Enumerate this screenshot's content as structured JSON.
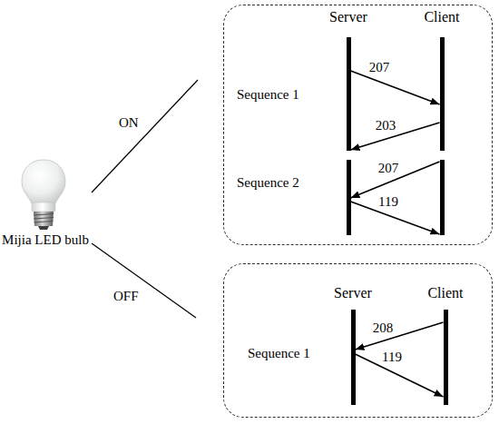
{
  "diagram": {
    "nodes": [
      {
        "text": [
          "Mijia LED bulb"
        ]
      },
      {
        "text": [
          "Sequence 1",
          "Sequence 2"
        ]
      },
      {
        "text": [
          "Server"
        ],
        "in": 1
      },
      {
        "text": [
          "Client"
        ],
        "in": 1
      },
      {
        "text": [
          "Sequence 1"
        ]
      },
      {
        "text": [
          "Server"
        ],
        "in": 4
      },
      {
        "text": [
          "Client"
        ],
        "in": 4
      }
    ],
    "edges": [
      {
        "from": 0,
        "to": 1,
        "label": "ON",
        "arrow": "none"
      },
      {
        "from": 0,
        "to": 4,
        "label": "OFF",
        "arrow": "none"
      },
      {
        "from": 2,
        "to": 3,
        "label": "207",
        "arrow": "to"
      },
      {
        "from": 3,
        "to": 2,
        "label": "203",
        "arrow": "to"
      },
      {
        "from": 3,
        "to": 2,
        "label": "207",
        "arrow": "to"
      },
      {
        "from": 2,
        "to": 3,
        "label": "119",
        "arrow": "to"
      },
      {
        "from": 6,
        "to": 5,
        "label": "208",
        "arrow": "to"
      },
      {
        "from": 5,
        "to": 6,
        "label": "119",
        "arrow": "to"
      }
    ]
  }
}
